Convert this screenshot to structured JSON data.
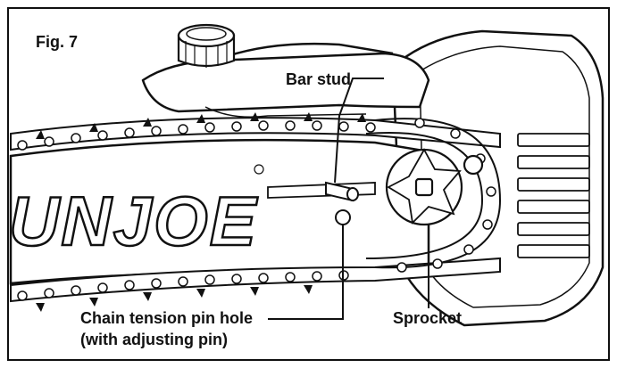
{
  "figure": {
    "label": "Fig. 7",
    "brand_text": "UNJOE",
    "callouts": {
      "bar_stud": "Bar stud",
      "chain_tension_pin_hole": "Chain tension pin hole",
      "chain_tension_pin_note": "(with adjusting pin)",
      "sprocket": "Sprocket"
    }
  },
  "colors": {
    "line": "#111111",
    "fill": "#ffffff",
    "background": "#ffffff"
  }
}
